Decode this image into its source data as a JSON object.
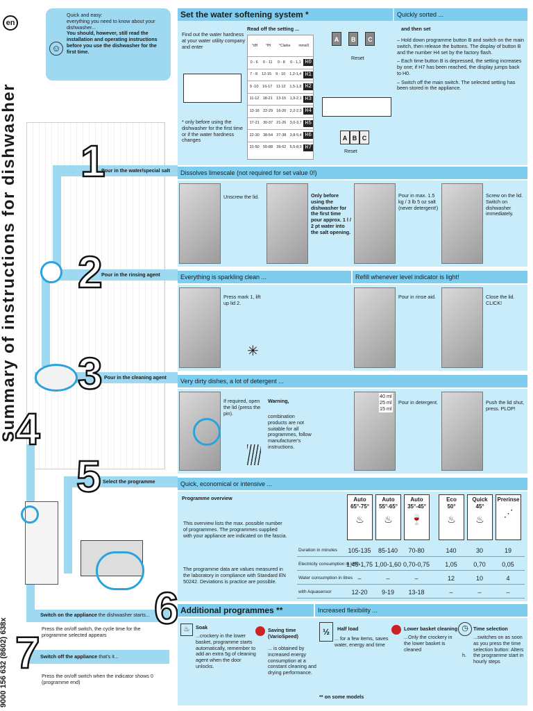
{
  "lang_badge": "en",
  "side_title": "Summary of instructions for dishwasher",
  "side_code": "9000 156 632 (8602) 638x",
  "intro": {
    "line1": "Quick and easy:",
    "line2": "everything you need to know about your dishwasher...",
    "line3": "You should, however, still read the installation and operating instructions before you use the dishwasher for the first time."
  },
  "water": {
    "title": "Set the water softening system *",
    "find_text": "Find out the water hardness at your water utility company and enter",
    "read_off": "Read off the setting ...",
    "note": "* only before using the dishwasher for the first time or if the water hardness changes",
    "table_head": [
      "°dH",
      "°fH",
      "°Clarke",
      "mmol/l"
    ],
    "table_rows": [
      [
        "0 - 6",
        "0 - 11",
        "0 - 8",
        "0 - 1,1",
        "H0"
      ],
      [
        "7 - 8",
        "12-15",
        "9 - 10",
        "1,2-1,4",
        "H1"
      ],
      [
        "9 -10",
        "16-17",
        "11-12",
        "1,5-1,8",
        "H2"
      ],
      [
        "11-12",
        "18-21",
        "13-15",
        "1,9-2,1",
        "H3"
      ],
      [
        "13-16",
        "22-29",
        "16-20",
        "2,2-2,9",
        "H4"
      ],
      [
        "17-21",
        "30-37",
        "21-26",
        "3,0-3,7",
        "H5"
      ],
      [
        "22-30",
        "38-54",
        "27-38",
        "3,8-5,4",
        "H6"
      ],
      [
        "31-50",
        "55-88",
        "39-62",
        "5,5-8,9",
        "H7"
      ]
    ],
    "keys": [
      "A",
      "B",
      "C"
    ],
    "reset": "Reset",
    "quick_title": "Quickly sorted ...",
    "quick_sub": "and then set",
    "quick_steps": [
      "– Hold down programme button B and switch on the main switch, then release the buttons. The display of button B and the number H4 set by the factory flash.",
      "– Each time button B is depressed, the setting increases by one; if H7 has been reached, the display jumps back to H0.",
      "– Switch off the main switch. The selected setting has been stored in the appliance."
    ]
  },
  "step1": {
    "label": "Pour in the water/special salt",
    "bar": "Dissolves limescale (not required for set value 0!)",
    "t1": "Unscrew the lid.",
    "t2": "Only before using the dishwasher for the first time pour approx. 1 l / 2 pt water into the salt opening.",
    "t3": "Pour in max. 1.5 kg / 3 lb 5 oz salt (never detergent!)",
    "t4": "Screw on the lid. Switch on dishwasher immediately."
  },
  "step2": {
    "label": "Pour in the rinsing agent",
    "bar1": "Everything is sparkling clean ...",
    "bar2": "Refill whenever level indicator is light!",
    "t1": "Press mark 1, lift up lid 2.",
    "t2": "Pour in rinse aid.",
    "t3": "Close the lid. CLICK!"
  },
  "step3": {
    "label": "Pour in the cleaning agent",
    "bar": "Very dirty dishes, a lot of detergent ...",
    "t1": "If required, open the lid (press the pin).",
    "warn_title": "Warning,",
    "warn_text": "combination products are not suitable for all programmes, follow manufacturer's instructions.",
    "ml": [
      "40 ml",
      "25 ml",
      "15 ml"
    ],
    "t2": "Pour in detergent.",
    "t3": "Push the lid shut, press. PLOP!"
  },
  "step5": {
    "label": "Select the programme",
    "bar": "Quick, economical or intensive ...",
    "overview": "Programme overview",
    "desc1": "This overview lists the max. possible number of programmes. The programmes supplied with your appliance are indicated on the fascia.",
    "desc2": "The programme data are values measured in the laboratory in compliance with Standard EN 50242. Deviations is practice are possible.",
    "programmes": [
      {
        "name": "Auto",
        "temp": "65°-75°"
      },
      {
        "name": "Auto",
        "temp": "55°-65°"
      },
      {
        "name": "Auto",
        "temp": "35°-45°"
      },
      {
        "name": "Eco",
        "temp": "50°"
      },
      {
        "name": "Quick",
        "temp": "45°"
      },
      {
        "name": "Prerinse",
        "temp": ""
      }
    ],
    "rows": [
      {
        "label": "Duration in minutes",
        "values": [
          "105-135",
          "85-140",
          "70-80",
          "140",
          "30",
          "19"
        ]
      },
      {
        "label": "Electricity consumption in kWh",
        "values": [
          "1,45-1,75",
          "1,00-1,60",
          "0,70-0,75",
          "1,05",
          "0,70",
          "0,05"
        ]
      },
      {
        "label": "Water consumption in litres",
        "values": [
          "–",
          "–",
          "–",
          "12",
          "10",
          "4"
        ]
      },
      {
        "label": "with Aquasensor",
        "values": [
          "12-20",
          "9-19",
          "13-18",
          "–",
          "–",
          "–"
        ]
      }
    ]
  },
  "step4": {
    "label": "Switch on the appliance",
    "label2": "the dishwasher starts...",
    "text": "Press the on/off switch, the cycle time for the programme selected appears"
  },
  "step7": {
    "label": "Switch off the appliance",
    "label2": "that's it...",
    "text": "Press the on/off switch when the indicator shows 0 (programme end)"
  },
  "step6": {
    "title": "Additional programmes **",
    "bar": "Increased flexibility ...",
    "soak_title": "Soak",
    "soak": "...crockery in the lower basket, programme starts automatically, remember to add an extra 5g of cleaning agent when the door unlocks.",
    "saving_title": "Saving time (VarioSpeed)",
    "saving": "... is obtained by increased energy consumption at a constant cleaning and drying performance.",
    "half_title": "Half load",
    "half": "... for a few items, saves water, energy and time",
    "lower_title": "Lower basket cleaning",
    "lower": "...Only the crockery in the lower basket is cleaned",
    "time_title": "Time selection",
    "time": "...switches on as soon as you press the time selection button: Alters the programme start in hourly steps",
    "time_h": "h.",
    "footnote": "** on some models"
  },
  "numbers": [
    "1",
    "2",
    "3",
    "4",
    "5",
    "6",
    "7"
  ]
}
